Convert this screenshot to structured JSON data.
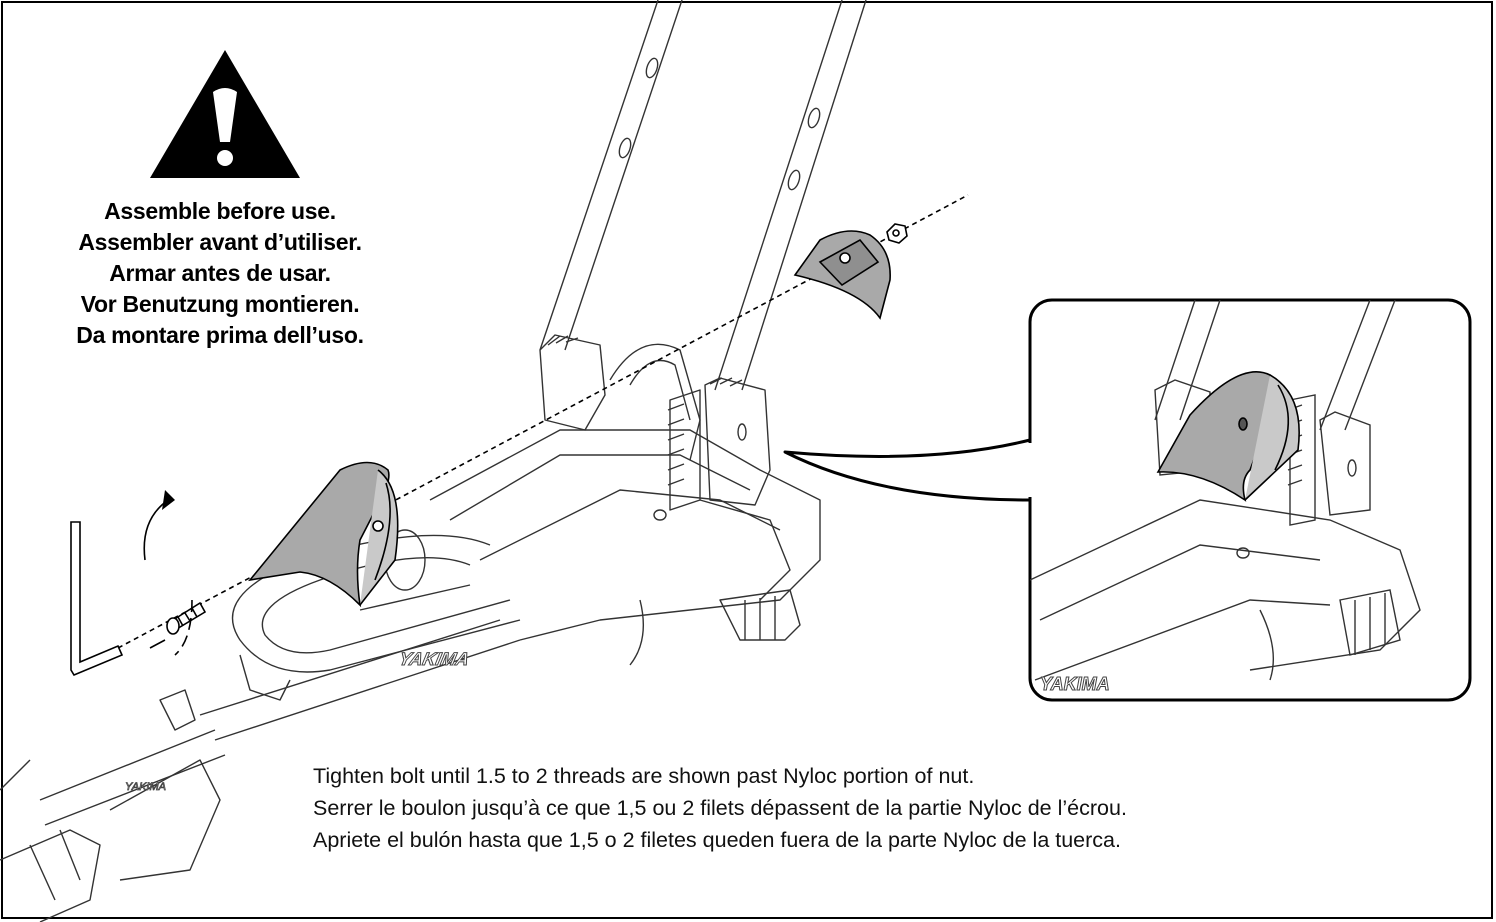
{
  "warning": {
    "icon": "warning-triangle-icon",
    "lines": [
      "Assemble before use.",
      "Assembler avant d’utiliser.",
      "Armar antes de usar.",
      "Vor Benutzung montieren.",
      "Da montare prima dell’uso."
    ]
  },
  "instructions": [
    "Tighten bolt until 1.5 to 2 threads are shown past Nyloc portion of nut.",
    "Serrer le boulon jusqu’à ce que 1,5 ou 2 filets dépassent de la partie Nyloc de l’écrou.",
    "Apriete el bulón hasta que 1,5 o 2 filetes queden fuera de la parte Nyloc de la tuerca."
  ],
  "brand_marks": [
    "YAKIMA",
    "YAKIMA",
    "YAKIMA"
  ],
  "colors": {
    "line": "#000000",
    "part_fill": "#a9a9a9",
    "rack_line": "#333333"
  }
}
